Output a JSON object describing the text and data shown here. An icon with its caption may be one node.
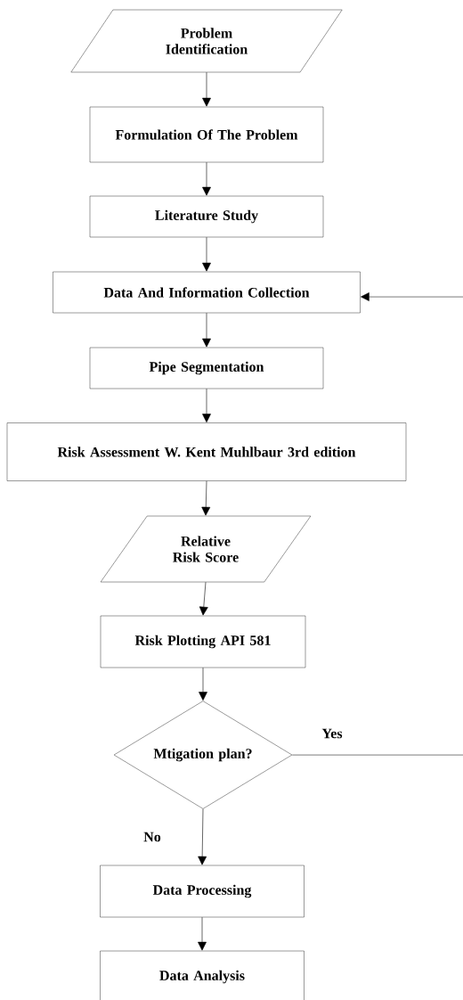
{
  "diagram": {
    "nodes": [
      {
        "text": [
          "Problem Identification"
        ]
      },
      {
        "text": [
          "Formulation Of The Problem"
        ]
      },
      {
        "text": [
          "Literature Study"
        ]
      },
      {
        "text": [
          "Data And Information Collection"
        ]
      },
      {
        "text": [
          "Pipe Segmentation"
        ]
      },
      {
        "text": [
          "Risk Assessment W. Kent Muhlbaur 3rd edition"
        ]
      },
      {
        "text": [
          "Relative Risk Score"
        ]
      },
      {
        "text": [
          "Risk Plotting API 581"
        ]
      },
      {
        "text": [
          "Mtigation plan?"
        ]
      },
      {
        "text": [
          "Data Processing"
        ]
      },
      {
        "text": [
          "Data Analysis"
        ]
      }
    ],
    "edges": [
      {
        "from": 0,
        "to": 1,
        "arrow": "to"
      },
      {
        "from": 1,
        "to": 2,
        "arrow": "to"
      },
      {
        "from": 2,
        "to": 3,
        "arrow": "to"
      },
      {
        "from": 3,
        "to": 4,
        "arrow": "to"
      },
      {
        "from": 4,
        "to": 5,
        "arrow": "to"
      },
      {
        "from": 5,
        "to": 6,
        "arrow": "to"
      },
      {
        "from": 6,
        "to": 7,
        "arrow": "to"
      },
      {
        "from": 7,
        "to": 8,
        "arrow": "to"
      },
      {
        "from": 8,
        "to": 9,
        "arrow": "to",
        "label": "No"
      },
      {
        "from": 9,
        "to": 10,
        "arrow": "to"
      },
      {
        "from": 8,
        "to": null,
        "arrow": "none",
        "label": "Yes"
      },
      {
        "from": null,
        "to": 3,
        "arrow": "to"
      }
    ]
  }
}
